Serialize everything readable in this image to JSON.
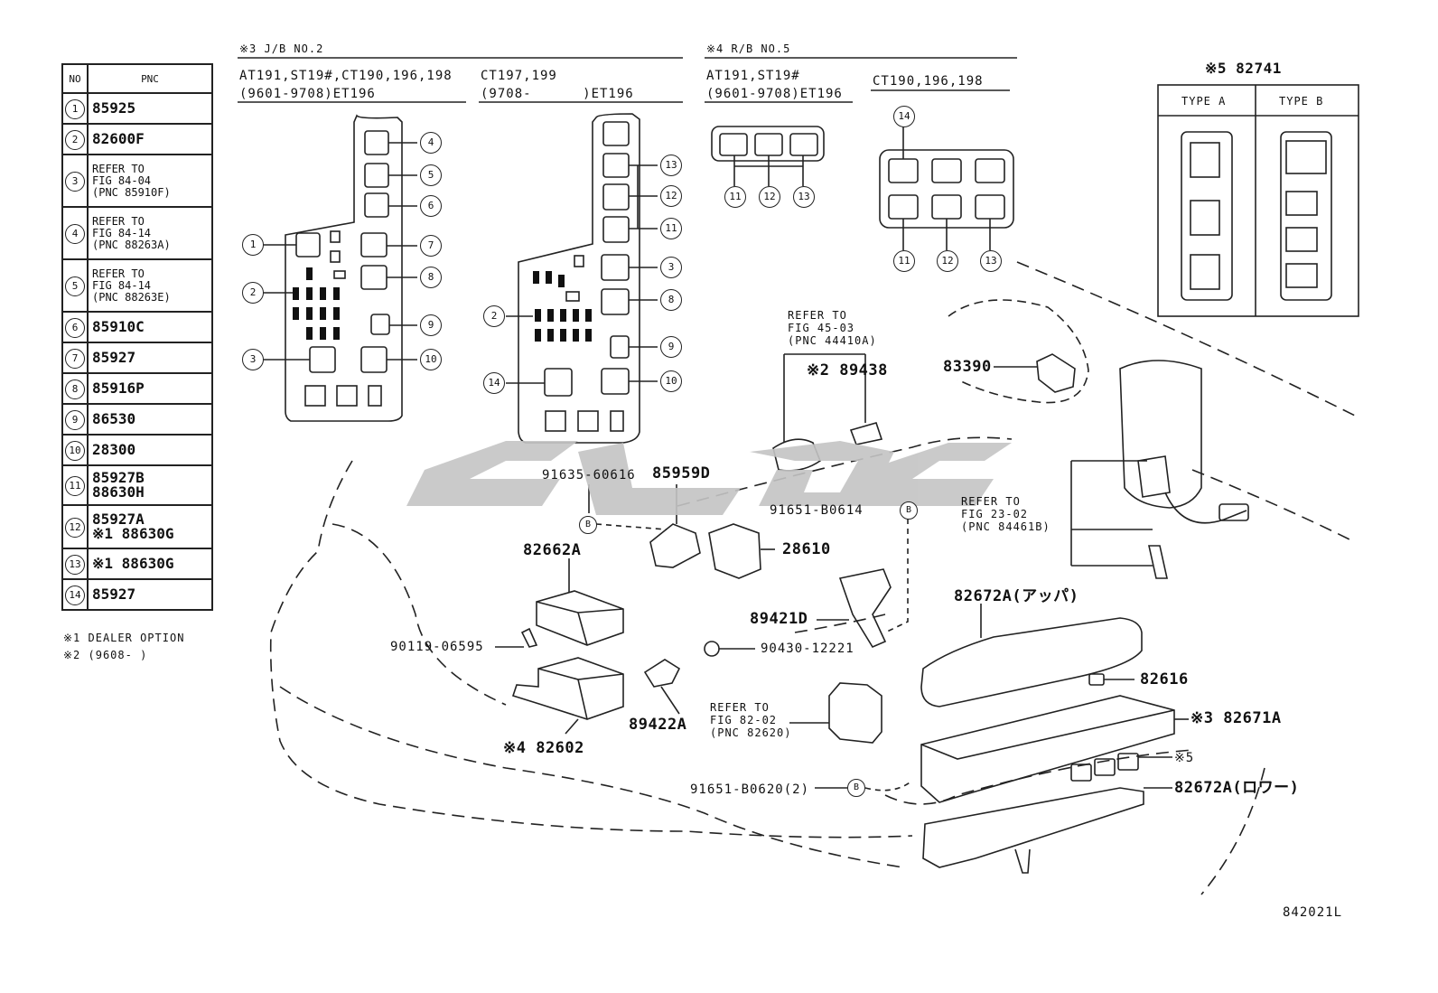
{
  "table": {
    "headers": [
      "NO",
      "PNC"
    ],
    "rows": [
      {
        "no": "1",
        "pnc": "85925"
      },
      {
        "no": "2",
        "pnc": "82600F"
      },
      {
        "no": "3",
        "pnc": "REFER TO\nFIG 84-04\n(PNC 85910F)"
      },
      {
        "no": "4",
        "pnc": "REFER TO\nFIG 84-14\n(PNC 88263A)"
      },
      {
        "no": "5",
        "pnc": "REFER TO\nFIG 84-14\n(PNC 88263E)"
      },
      {
        "no": "6",
        "pnc": "85910C"
      },
      {
        "no": "7",
        "pnc": "85927"
      },
      {
        "no": "8",
        "pnc": "85916P"
      },
      {
        "no": "9",
        "pnc": "86530"
      },
      {
        "no": "10",
        "pnc": "28300"
      },
      {
        "no": "11",
        "pnc": "85927B\n88630H"
      },
      {
        "no": "12",
        "pnc": "85927A\n※1 88630G"
      },
      {
        "no": "13",
        "pnc": "※1 88630G"
      },
      {
        "no": "14",
        "pnc": "85927"
      }
    ]
  },
  "notes": {
    "note1": "※1 DEALER OPTION",
    "note2": "※2 (9608-      )"
  },
  "sections": {
    "jb2_title": "※3 J/B NO.2",
    "jb2_left_line1": "AT191,ST19#,CT190,196,198",
    "jb2_left_line2": "(9601-9708)ET196",
    "jb2_right_line1": "CT197,199",
    "jb2_right_line2": "(9708-      )ET196",
    "rb5_title": "※4 R/B NO.5",
    "rb5_left_line1": "AT191,ST19#",
    "rb5_left_line2": "(9601-9708)ET196",
    "rb5_right_line1": "CT190,196,198",
    "relay_title": "※5 82741",
    "relay_type_a": "TYPE A",
    "relay_type_b": "TYPE B"
  },
  "callouts": {
    "c1": "1",
    "c2": "2",
    "c3": "3",
    "c4": "4",
    "c5": "5",
    "c6": "6",
    "c7": "7",
    "c8": "8",
    "c9": "9",
    "c10": "10",
    "c11": "11",
    "c12": "12",
    "c13": "13",
    "c14": "14",
    "bolt": "B"
  },
  "parts": {
    "refer_45": "REFER TO\nFIG 45-03\n(PNC 44410A)",
    "p89438": "※2 89438",
    "p83390": "83390",
    "p91635": "91635-60616",
    "p85959d": "85959D",
    "p91651_0614": "91651-B0614",
    "refer_23": "REFER TO\nFIG 23-02\n(PNC 84461B)",
    "p82662a": "82662A",
    "p28610": "28610",
    "p82672a_upper": "82672A(アッパ)",
    "p89421d": "89421D",
    "p90119": "90119-06595",
    "p90430": "90430-12221",
    "p82616": "82616",
    "p82671a": "※3 82671A",
    "refer_82": "REFER TO\nFIG 82-02\n(PNC 82620)",
    "p89422a": "89422A",
    "p82602": "※4 82602",
    "p5": "※5",
    "p91651_0620": "91651-B0620(2)",
    "p82672a_lower": "82672A(ロワー)",
    "fig_code": "842021L"
  },
  "icons": [
    "circled-number-icon",
    "bolt-b-icon",
    "watermark-logo"
  ],
  "colors": {
    "line": "#222222",
    "watermark": "#c4c4c4"
  }
}
